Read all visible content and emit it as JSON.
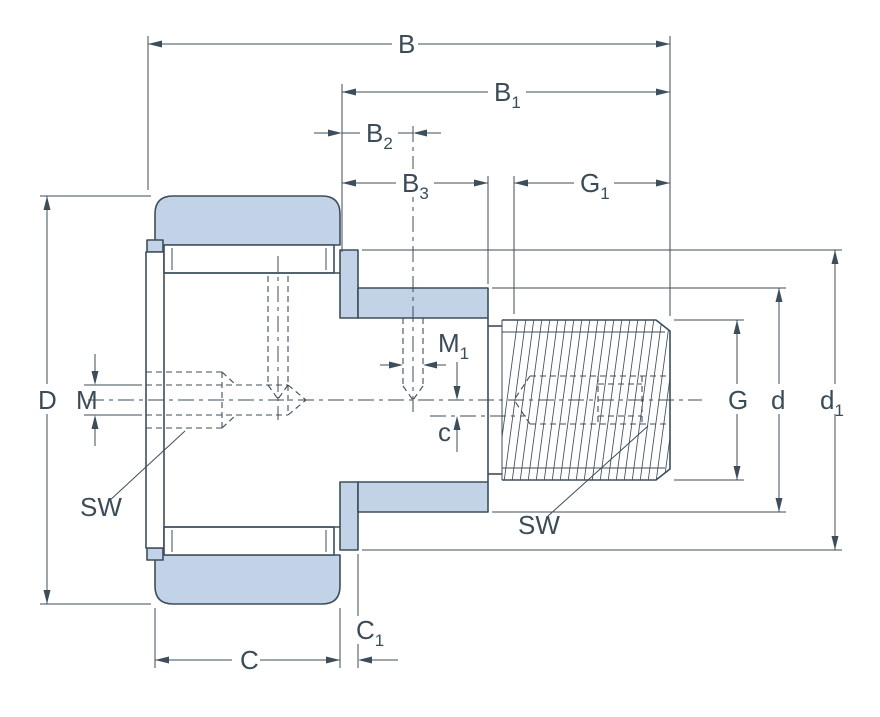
{
  "diagram": {
    "kind": "engineering-drawing",
    "subject": "stud-type cam follower (track roller) cross-section with dimension callouts",
    "colors": {
      "part_fill": "#c2d3e8",
      "line": "#3d4e5a",
      "background": "#ffffff"
    },
    "labels": {
      "b": {
        "main": "B",
        "sub": ""
      },
      "b1": {
        "main": "B",
        "sub": "1"
      },
      "b2": {
        "main": "B",
        "sub": "2"
      },
      "b3": {
        "main": "B",
        "sub": "3"
      },
      "g1": {
        "main": "G",
        "sub": "1"
      },
      "cap_d": {
        "main": "D",
        "sub": ""
      },
      "m": {
        "main": "M",
        "sub": ""
      },
      "sw_left": {
        "main": "SW",
        "sub": ""
      },
      "m1": {
        "main": "M",
        "sub": "1"
      },
      "c_low": {
        "main": "c",
        "sub": ""
      },
      "sw_right": {
        "main": "SW",
        "sub": ""
      },
      "g": {
        "main": "G",
        "sub": ""
      },
      "d": {
        "main": "d",
        "sub": ""
      },
      "d1": {
        "main": "d",
        "sub": "1"
      },
      "cap_c": {
        "main": "C",
        "sub": ""
      },
      "c1": {
        "main": "C",
        "sub": "1"
      }
    }
  }
}
